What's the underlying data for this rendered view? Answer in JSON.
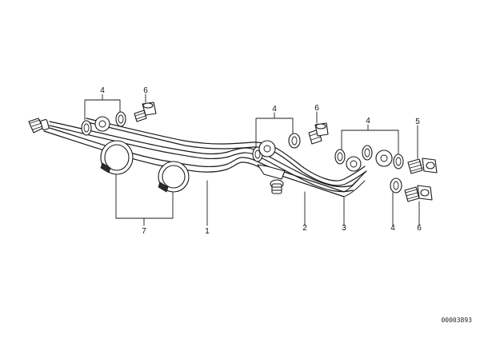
{
  "labels": {
    "washer_left": "4",
    "bolt_left": "6",
    "washer_mid": "4",
    "bolt_mid": "6",
    "washer_right": "4",
    "bolt_right_top": "5",
    "clamp": "7",
    "pipe_1": "1",
    "pipe_2": "2",
    "pipe_3": "3",
    "washer_lower": "4",
    "bolt_right_bottom": "6"
  },
  "reference_number": "00003893",
  "colors": {
    "line": "#1a1a1a",
    "background": "#ffffff"
  }
}
